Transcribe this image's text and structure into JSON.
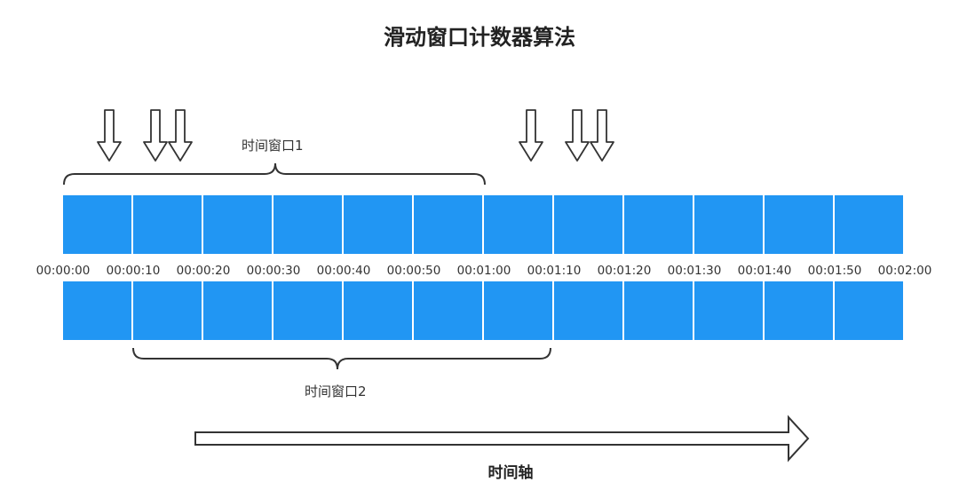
{
  "title": "滑动窗口计数器算法",
  "windows": [
    {
      "label": "时间窗口1",
      "start": "00:00:00",
      "end": "00:01:00"
    },
    {
      "label": "时间窗口2",
      "start": "00:00:10",
      "end": "00:01:10"
    }
  ],
  "time_labels": [
    "00:00:00",
    "00:00:10",
    "00:00:20",
    "00:00:30",
    "00:00:40",
    "00:00:50",
    "00:01:00",
    "00:01:10",
    "00:01:20",
    "00:01:30",
    "00:01:40",
    "00:01:50",
    "00:02:00"
  ],
  "block_count": 12,
  "block_color": "#2196F3",
  "request_arrow_groups": [
    1,
    2,
    1,
    2
  ],
  "axis_label": "时间轴"
}
